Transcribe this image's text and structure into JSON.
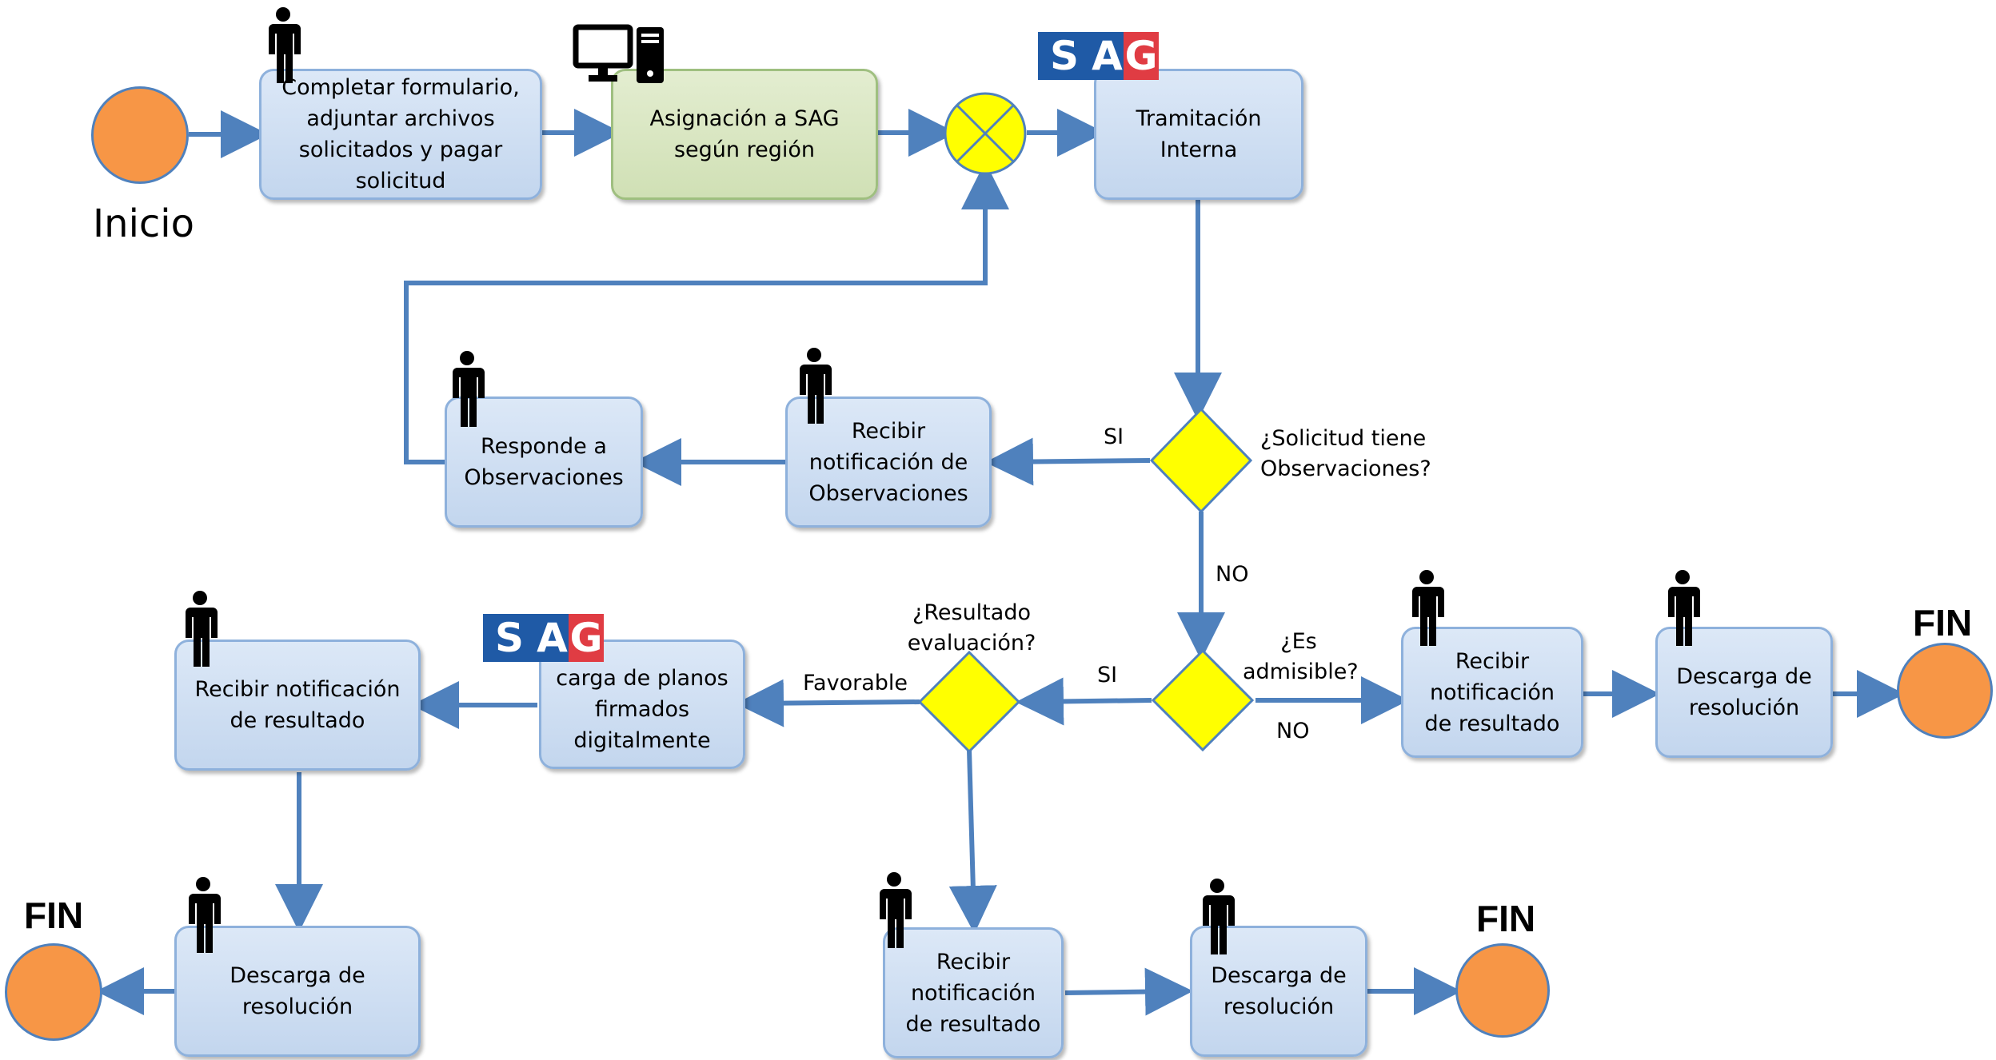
{
  "start": {
    "label": "Inicio"
  },
  "end_label": "FIN",
  "tasks": {
    "completar": "Completar formulario,\nadjuntar archivos\nsolicitados y pagar\nsolicitud",
    "asignacion": "Asignación a SAG\nsegún región",
    "tramitacion": "Tramitación\nInterna",
    "recibir_obs": "Recibir\nnotificación de\nObservaciones",
    "responde_obs": "Responde a\nObservaciones",
    "carga_planos": "carga de planos\nfirmados\ndigitalmente",
    "recibir_resultado_left": "Recibir notificación\nde resultado",
    "descarga_left": "Descarga de\nresolución",
    "recibir_resultado_bottom": "Recibir\nnotificación\nde resultado",
    "descarga_bottom": "Descarga de\nresolución",
    "recibir_resultado_right": "Recibir\nnotificación\nde resultado",
    "descarga_right": "Descarga de\nresolución"
  },
  "gateways": {
    "observaciones": "¿Solicitud tiene\nObservaciones?",
    "admisible": "¿Es\nadmisible?",
    "resultado": "¿Resultado\nevaluación?"
  },
  "edge_labels": {
    "obs_si": "SI",
    "obs_no": "NO",
    "admisible_si": "SI",
    "admisible_no": "NO",
    "favorable": "Favorable"
  },
  "logo": {
    "text": "SAG",
    "letters": [
      "S",
      "A",
      "G"
    ],
    "colors": [
      "#1f5aa6",
      "#1f5aa6",
      "#e03c43"
    ]
  },
  "icons": [
    "person-icon",
    "computer-icon"
  ],
  "colors": {
    "task_fill": "#c6d9f1",
    "task_border": "#8eb1dc",
    "green_task_fill": "#d7e4bd",
    "gateway": "#ffff00",
    "event": "#f79646",
    "arrow": "#4f81bd"
  }
}
